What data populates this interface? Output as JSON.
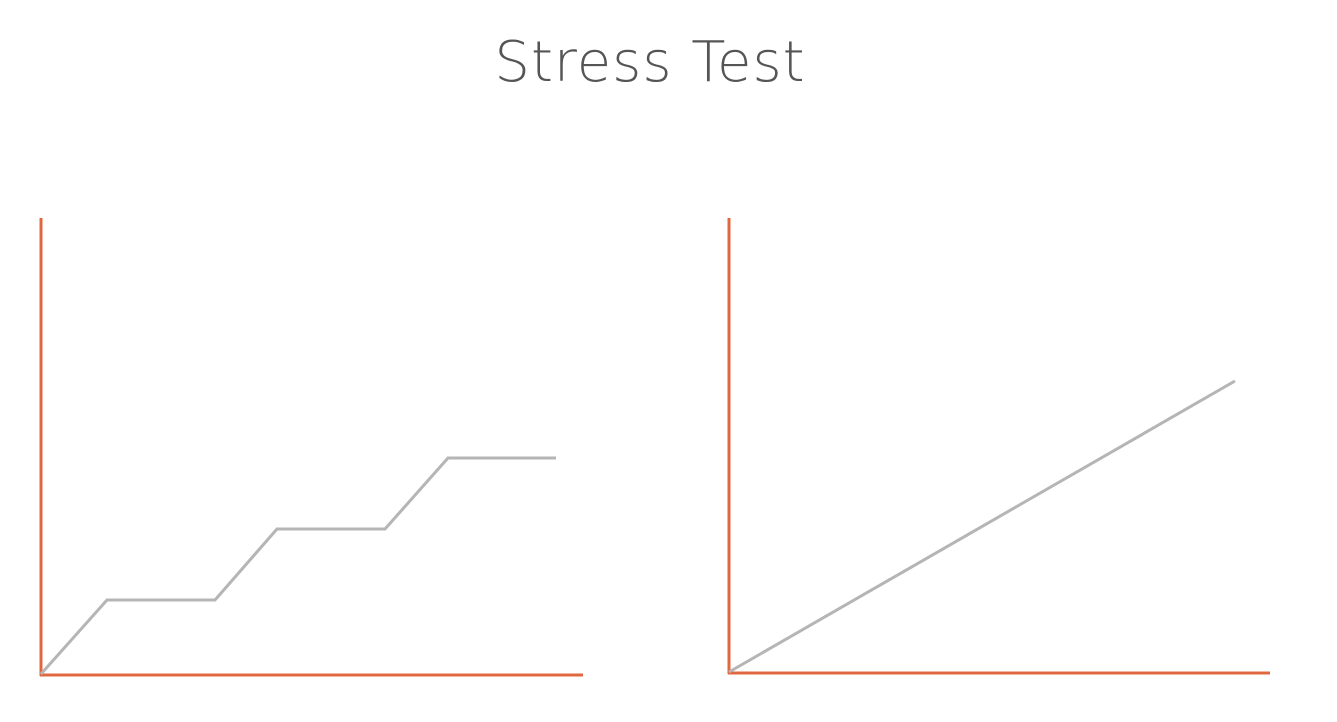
{
  "title": "Stress Test",
  "colors": {
    "axis": "#e0683f",
    "curve": "#b5b5b5",
    "title": "#555555",
    "background": "#ffffff"
  },
  "panels": [
    {
      "id": "left",
      "curve_shape": "staircase"
    },
    {
      "id": "right",
      "curve_shape": "linear"
    }
  ]
}
